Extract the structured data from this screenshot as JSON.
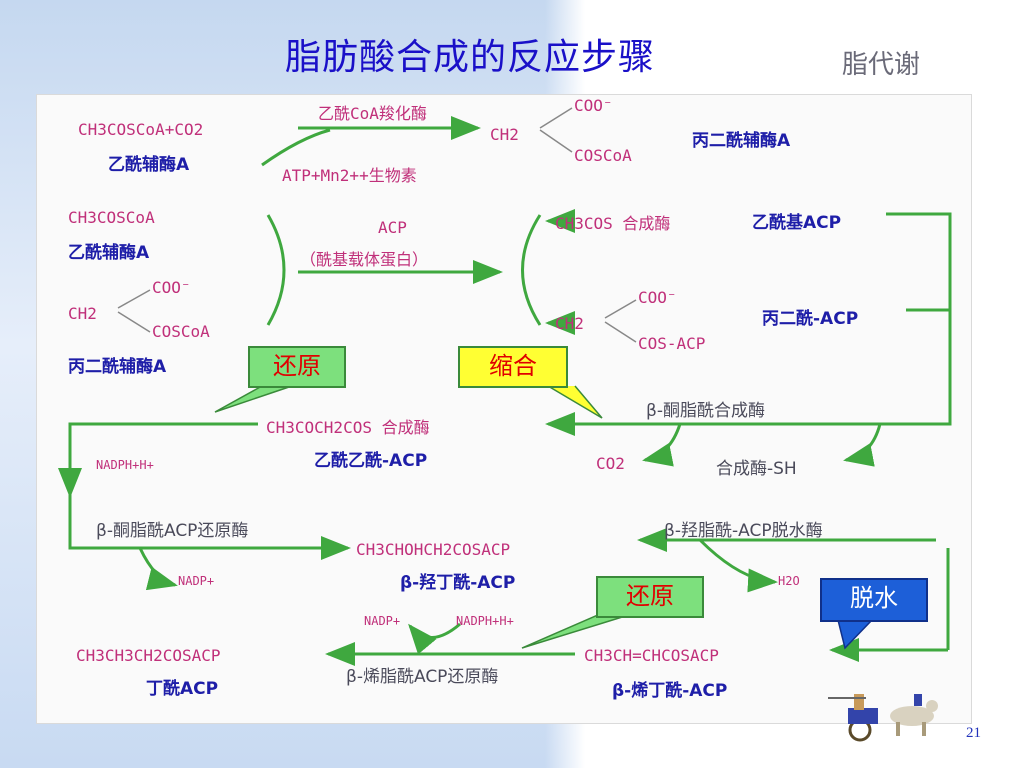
{
  "slide": {
    "title": "脂肪酸合成的反应步骤",
    "subtitle": "脂代谢",
    "page_number": "21"
  },
  "row1": {
    "substrate": "CH3COSCoA+CO2",
    "substrate_name": "乙酰辅酶A",
    "enzyme": "乙酰CoA羧化酶",
    "cofactors": "ATP+Mn2++生物素",
    "product_ch2": "CH2",
    "product_coo": "COO⁻",
    "product_coscoa": "COSCoA",
    "product_name": "丙二酰辅酶A"
  },
  "row2": {
    "acetyl_coa": "CH3COSCoA",
    "acetyl_coa_name": "乙酰辅酶A",
    "malonyl_ch2": "CH2",
    "malonyl_coo": "COO⁻",
    "malonyl_coscoa": "COSCoA",
    "malonyl_name": "丙二酰辅酶A",
    "acp": "ACP",
    "acp_desc": "（酰基载体蛋白）",
    "acetyl_synthase": "CH3COS 合成酶",
    "acetyl_acp": "乙酰基ACP",
    "malonyl_acp_ch2": "CH2",
    "malonyl_acp_coo": "COO⁻",
    "malonyl_acp_cos": "COS-ACP",
    "malonyl_acp_name": "丙二酰-ACP"
  },
  "condensation": {
    "enzyme": "β-酮脂酰合成酶",
    "product": "CH3COCH2COS 合成酶",
    "product_name": "乙酰乙酰-ACP",
    "co2": "CO2",
    "synthase_sh": "合成酶-SH"
  },
  "reduction1": {
    "cofactor_in": "NADPH+H+",
    "enzyme": "β-酮脂酰ACP还原酶",
    "cofactor_out": "NADP+",
    "product": "CH3CHOHCH2COSACP",
    "product_name": "β-羟丁酰-ACP"
  },
  "dehydration": {
    "enzyme": "β-羟脂酰-ACP脱水酶",
    "water": "H2O",
    "product": "CH3CH=CHCOSACP",
    "product_name": "β-烯丁酰-ACP"
  },
  "reduction2": {
    "cofactor_out": "NADP+",
    "cofactor_in": "NADPH+H+",
    "enzyme": "β-烯脂酰ACP还原酶",
    "product": "CH3CH3CH2COSACP",
    "product_name": "丁酰ACP"
  },
  "callouts": {
    "reduce_1": "还原",
    "condense": "缩合",
    "reduce_2": "还原",
    "dehydrate": "脱水"
  },
  "colors": {
    "title": "#1a10c8",
    "formula": "#c0307a",
    "name": "#1e1ea8",
    "arrow": "#3fa83f",
    "callout_green": "#7de07d",
    "callout_yellow": "#ffff33",
    "callout_blue": "#1d5fd8"
  }
}
